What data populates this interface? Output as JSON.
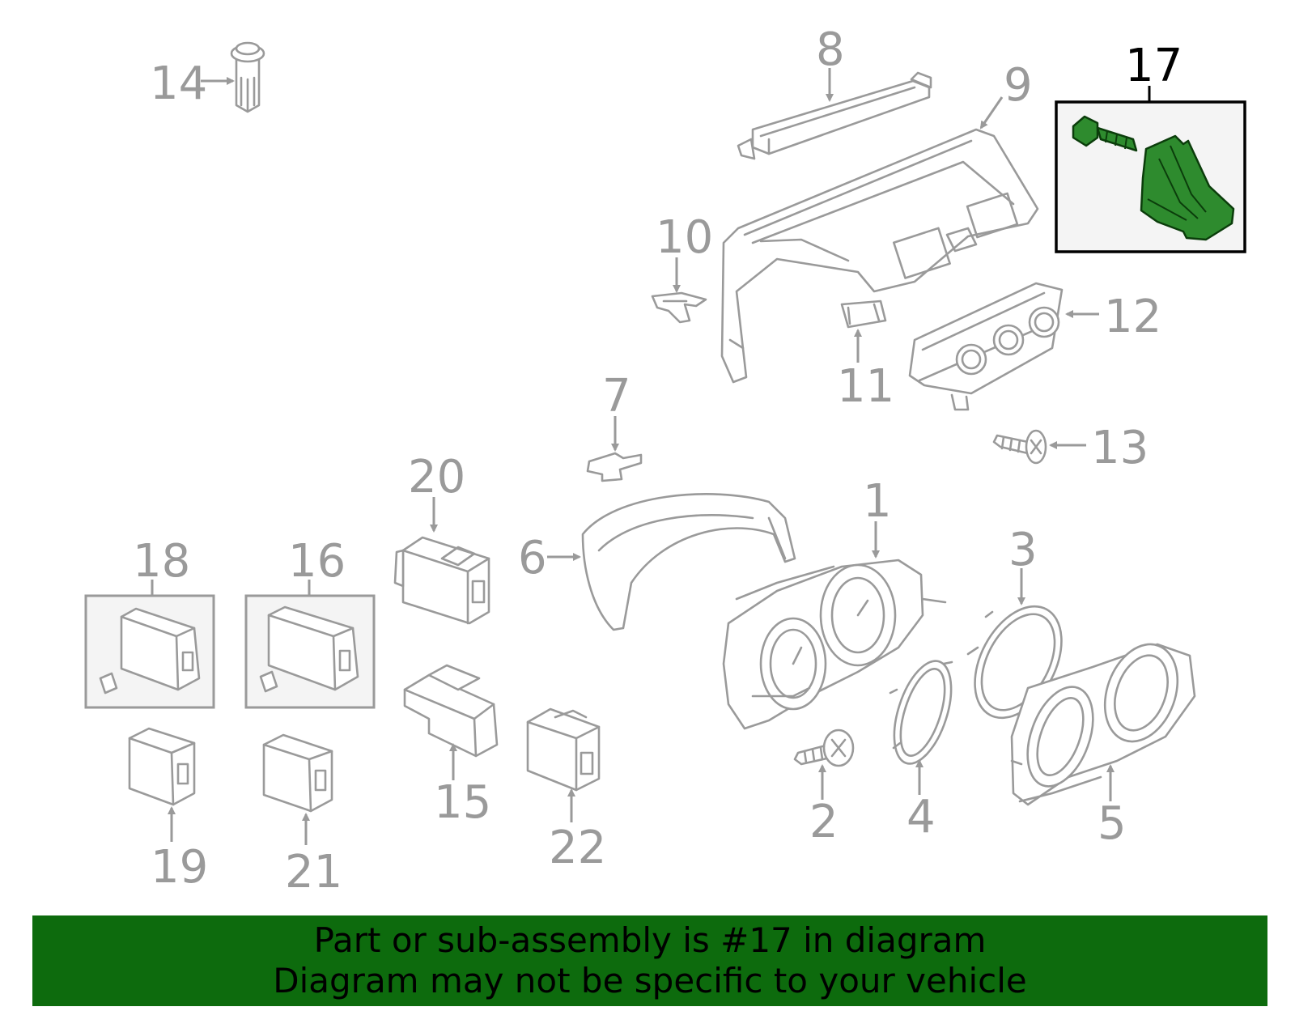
{
  "callouts": {
    "c1": "1",
    "c2": "2",
    "c3": "3",
    "c4": "4",
    "c5": "5",
    "c6": "6",
    "c7": "7",
    "c8": "8",
    "c9": "9",
    "c10": "10",
    "c11": "11",
    "c12": "12",
    "c13": "13",
    "c14": "14",
    "c15": "15",
    "c16": "16",
    "c17": "17",
    "c18": "18",
    "c19": "19",
    "c20": "20",
    "c21": "21",
    "c22": "22"
  },
  "highlighted_part": "17",
  "banner": {
    "line1": "Part or sub-assembly is #17 in diagram",
    "line2": "Diagram may not be specific to your vehicle"
  },
  "colors": {
    "banner_bg": "#0d6b0d",
    "highlight_part": "#2e8b2e",
    "line_art": "#9a9a9a"
  }
}
